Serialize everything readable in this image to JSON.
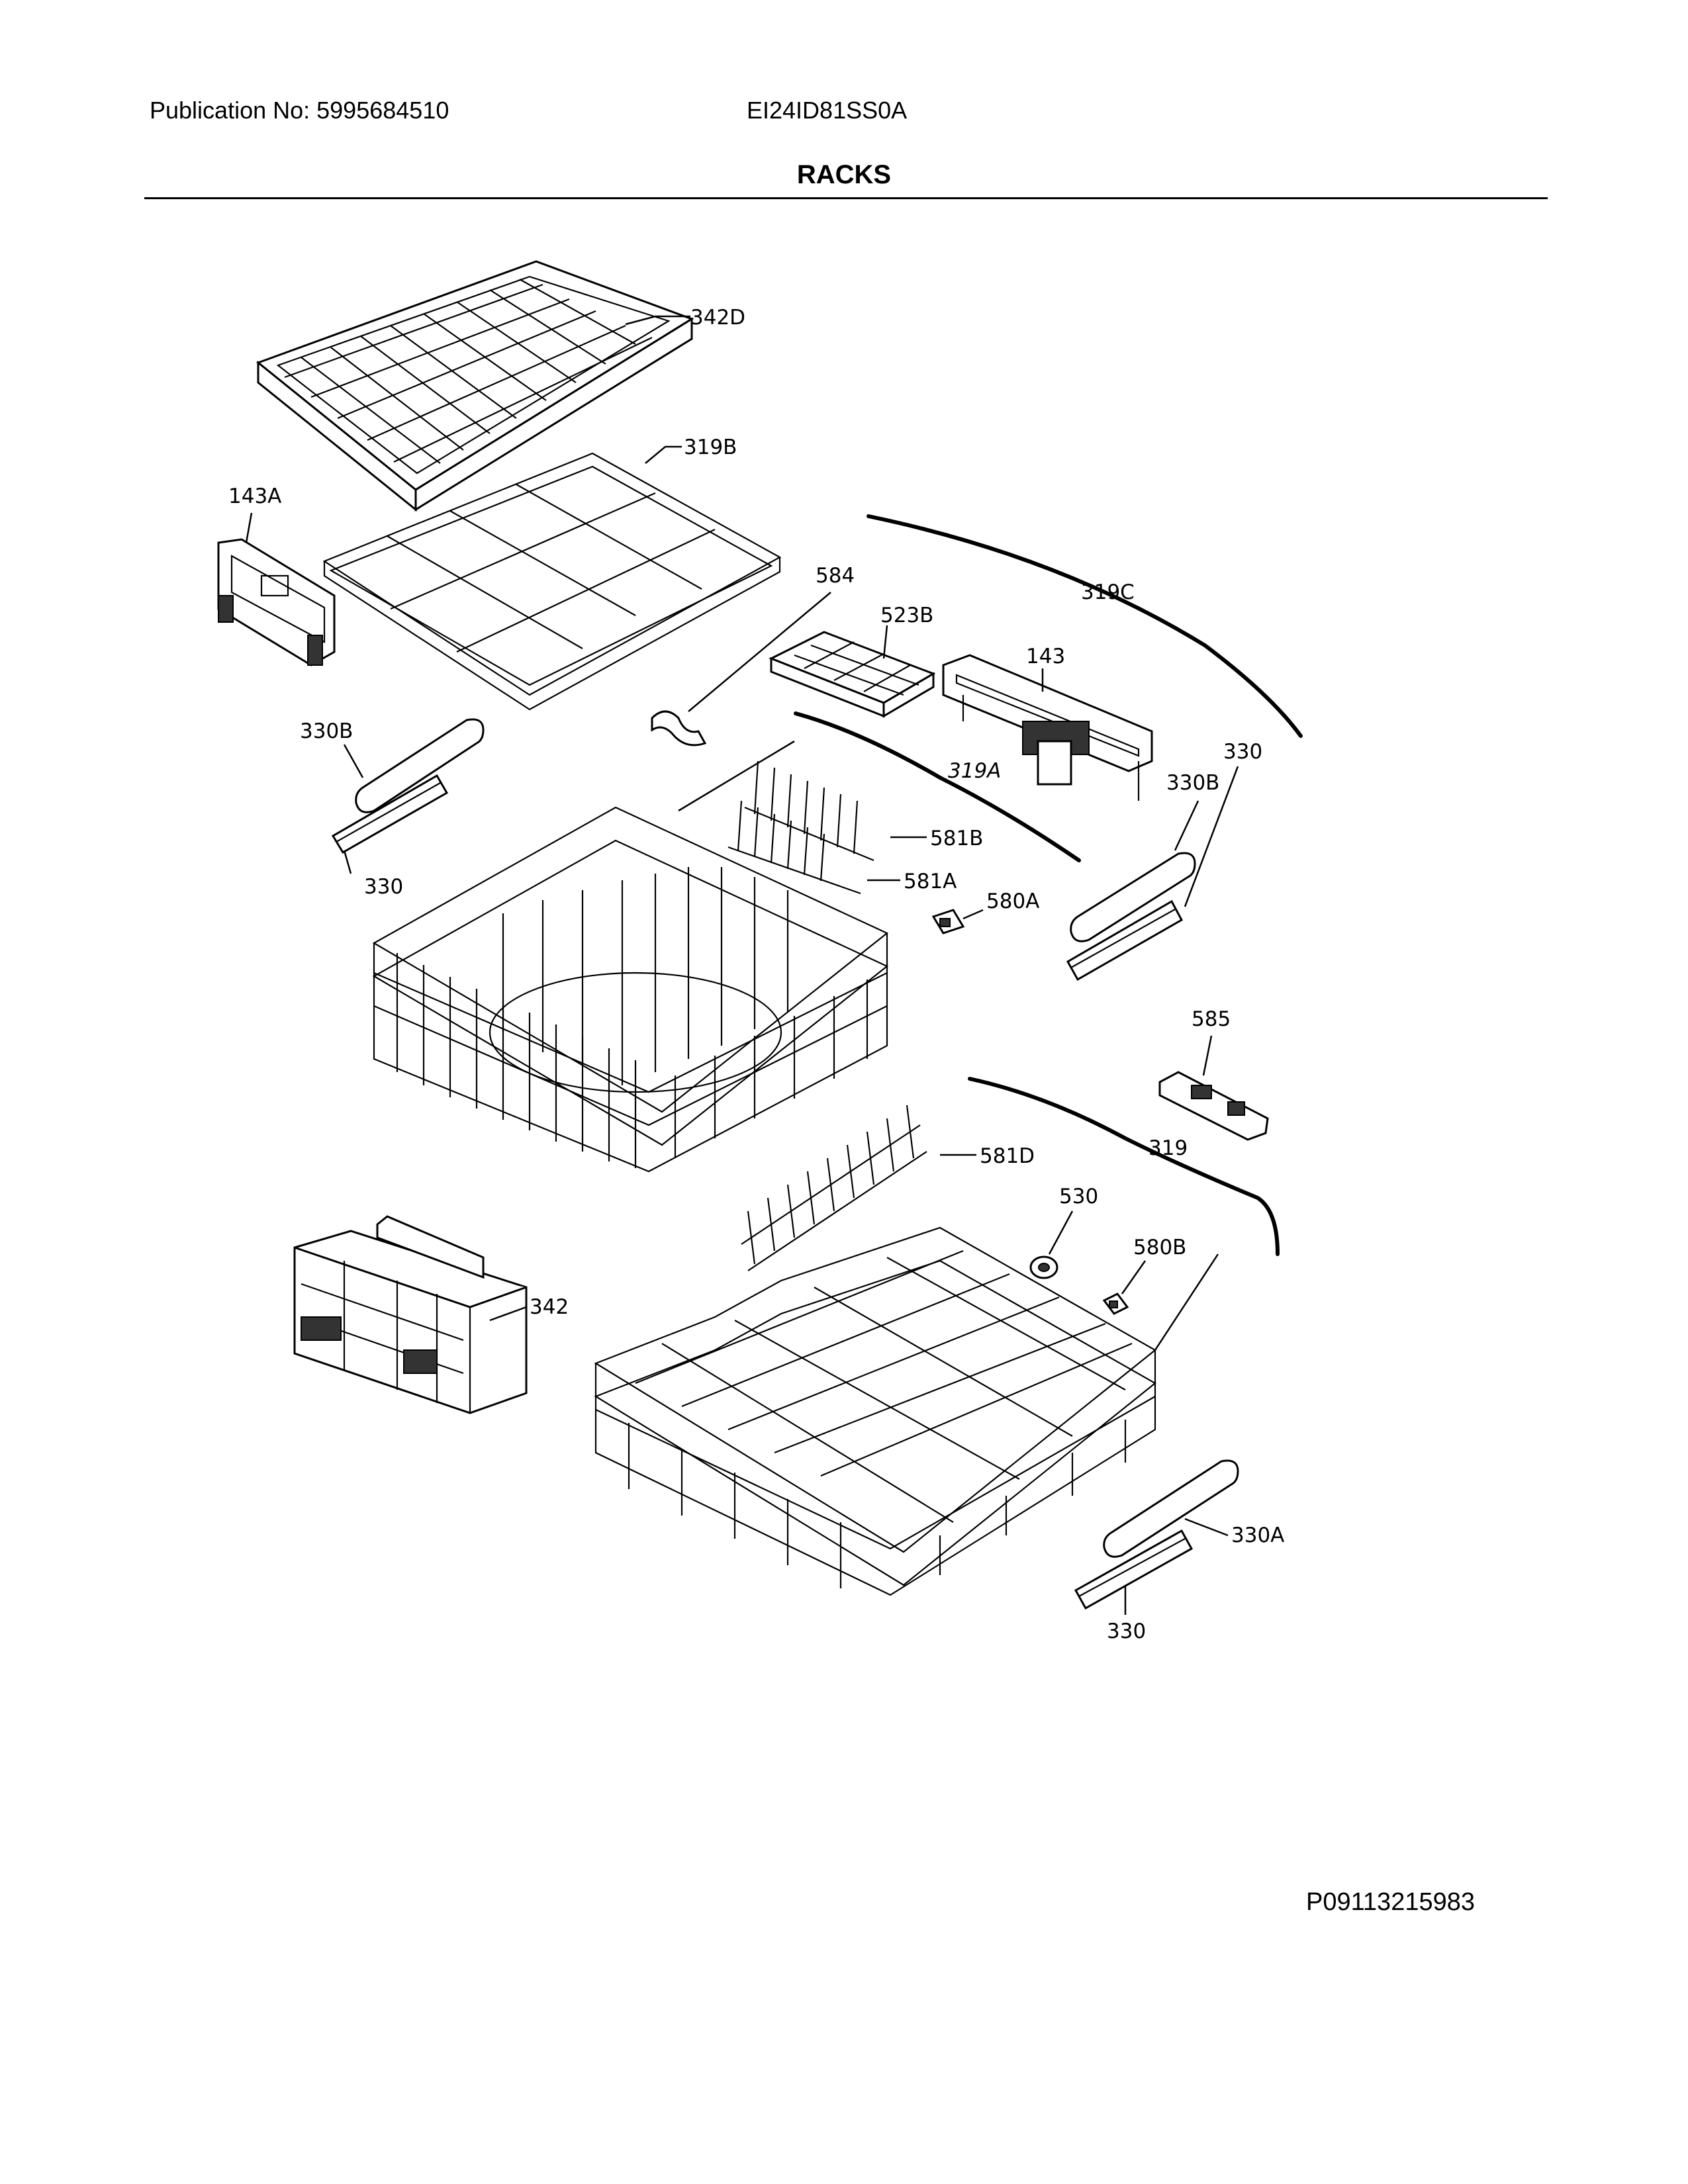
{
  "header": {
    "publication": "Publication No: 5995684510",
    "model": "EI24ID81SS0A",
    "title": "RACKS"
  },
  "footer": {
    "code": "P09113215983"
  },
  "labels": {
    "p342D": "342D",
    "p319B": "319B",
    "p143A": "143A",
    "p584": "584",
    "p319C": "319C",
    "p523B": "523B",
    "p143": "143",
    "p330B_left": "330B",
    "p330_left": "330",
    "p319A": "319A",
    "p330_right": "330",
    "p330B_right": "330B",
    "p581B": "581B",
    "p581A": "581A",
    "p580A": "580A",
    "p585": "585",
    "p319": "319",
    "p581D": "581D",
    "p530": "530",
    "p580B": "580B",
    "p342": "342",
    "p330A": "330A",
    "p330_bottom": "330"
  }
}
